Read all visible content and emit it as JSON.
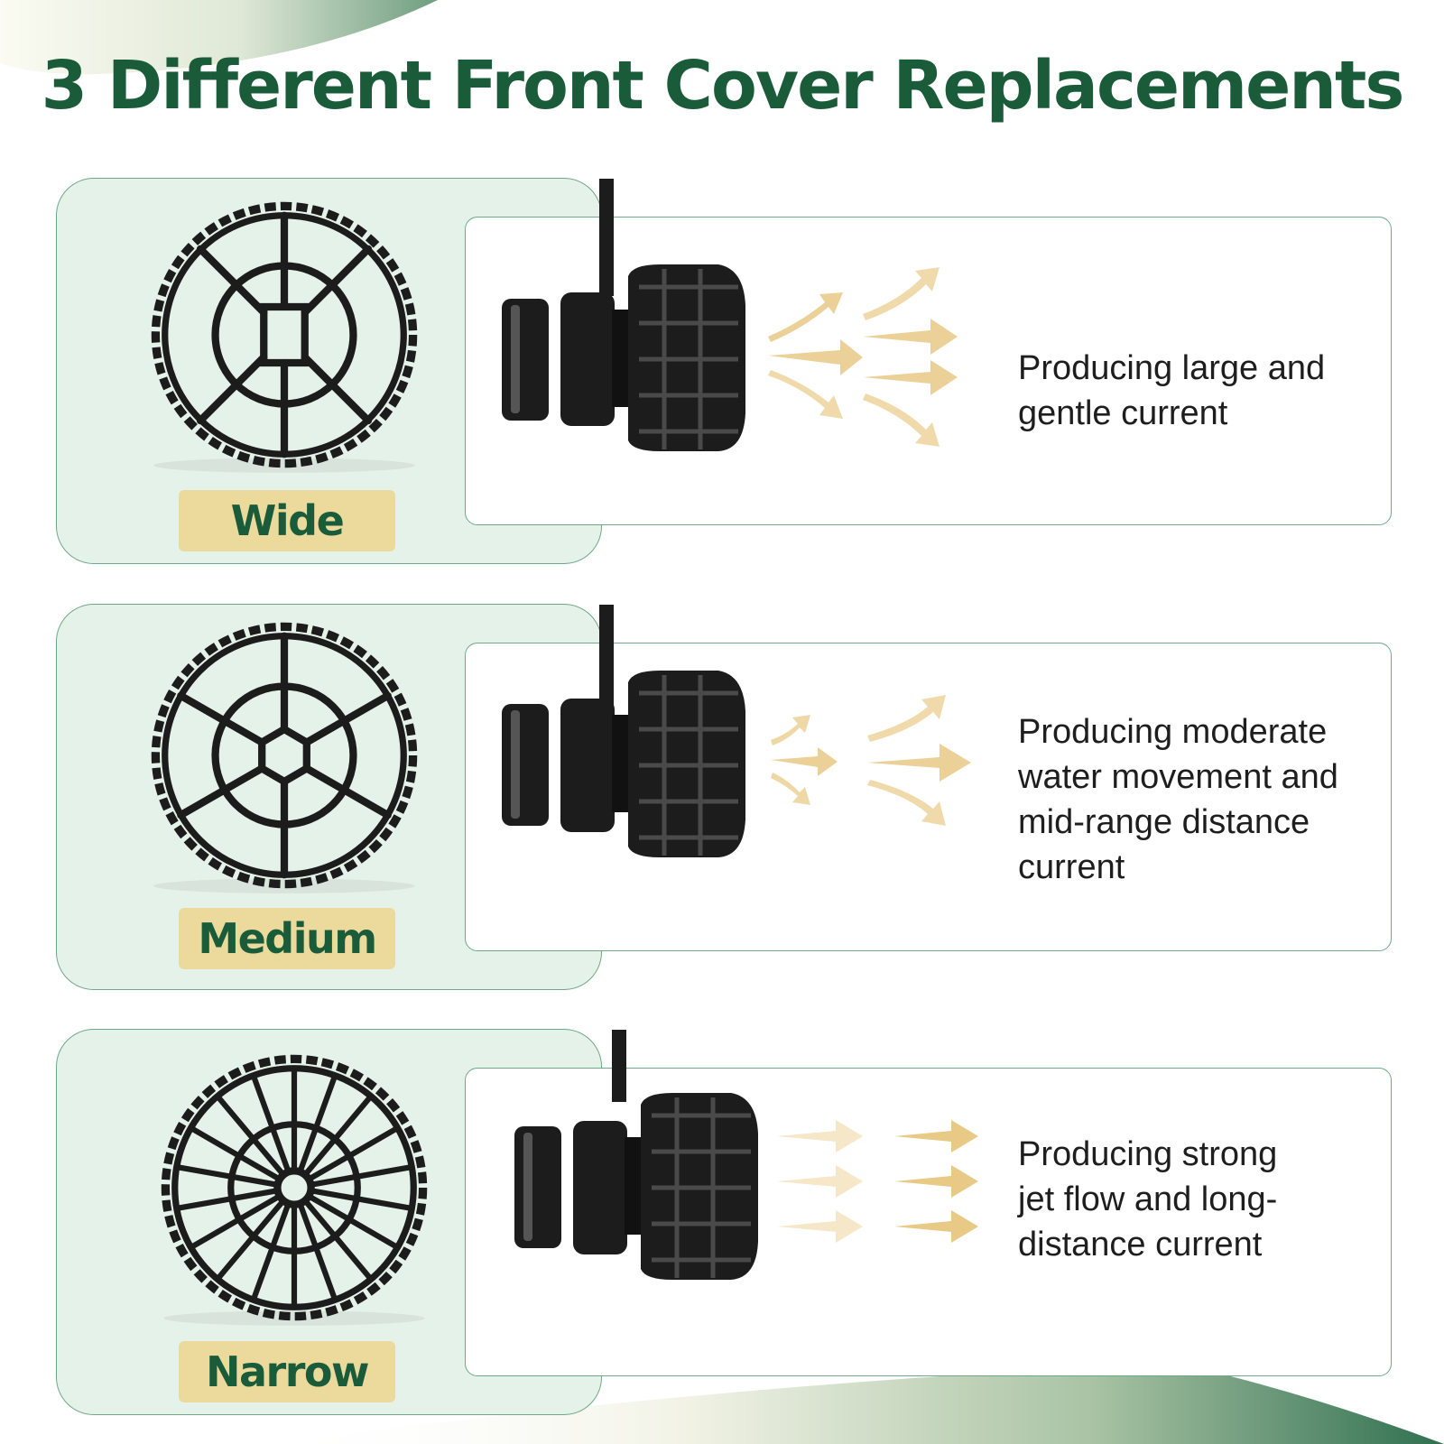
{
  "title": "3 Different Front Cover Replacements",
  "colors": {
    "title_green": "#1a5c3a",
    "panel_mint": "#e5f2ea",
    "panel_border": "#6fa886",
    "label_bg": "#ecd99c",
    "arrow": "#e8c985",
    "pump": "#1c1c1c"
  },
  "covers": [
    {
      "label": "Wide",
      "icon": "wide-front-cover-icon",
      "description": [
        "Producing large and",
        "gentle current"
      ]
    },
    {
      "label": "Medium",
      "icon": "medium-front-cover-icon",
      "description": [
        "Producing moderate",
        "water movement and",
        "mid-range distance",
        "current"
      ]
    },
    {
      "label": "Narrow",
      "icon": "narrow-front-cover-icon",
      "description": [
        "Producing strong",
        "jet flow and long-",
        "distance current"
      ]
    }
  ]
}
